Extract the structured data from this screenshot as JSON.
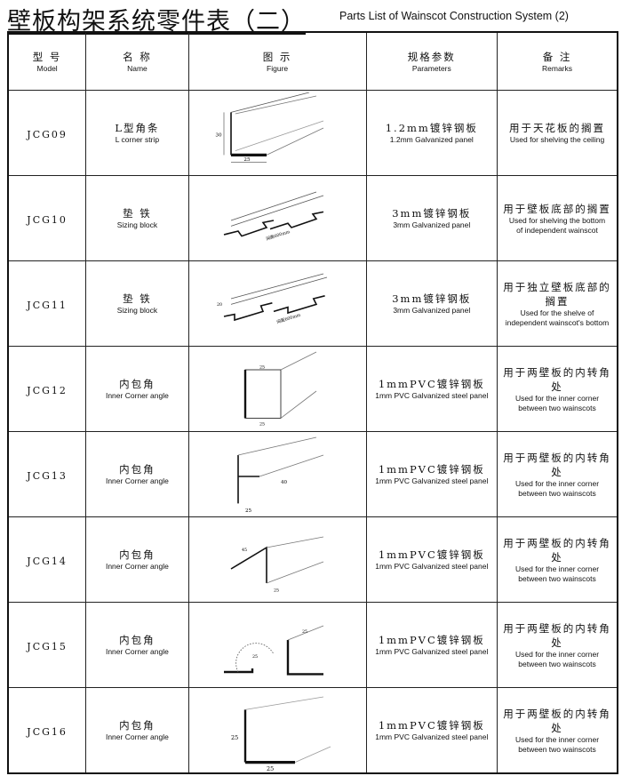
{
  "title_cn": "壁板构架系统零件表（二）",
  "title_en": "Parts List of Wainscot Construction System (2)",
  "headers": [
    {
      "cn": "型 号",
      "en": "Model"
    },
    {
      "cn": "名  称",
      "en": "Name"
    },
    {
      "cn": "图    示",
      "en": "Figure"
    },
    {
      "cn": "规格参数",
      "en": "Parameters"
    },
    {
      "cn": "备  注",
      "en": "Remarks"
    }
  ],
  "rows": [
    {
      "model": "JCG09",
      "name_cn": "L型角条",
      "name_en": "L corner strip",
      "param_cn": "1.2mm镀锌钢板",
      "param_en": "1.2mm  Galvanized panel",
      "remark_cn": "用于天花板的搁置",
      "remark_en": "Used for shelving the ceiling",
      "remark_en2": "",
      "dims": [
        "30",
        "25"
      ]
    },
    {
      "model": "JCG10",
      "name_cn": "垫 铁",
      "name_en": "Sizing block",
      "param_cn": "3mm镀锌钢板",
      "param_en": "3mm  Galvanized panel",
      "remark_cn": "用于壁板底部的搁置",
      "remark_en": "Used for shelving the bottom",
      "remark_en2": "of independent wainscot",
      "dims": [
        "间距600mm"
      ]
    },
    {
      "model": "JCG11",
      "name_cn": "垫 铁",
      "name_en": "Sizing block",
      "param_cn": "3mm镀锌钢板",
      "param_en": "3mm  Galvanized panel",
      "remark_cn": "用于独立壁板底部的搁置",
      "remark_en": "Used for the shelve of",
      "remark_en2": "independent wainscot's bottom",
      "dims": [
        "20",
        "间距600mm"
      ]
    },
    {
      "model": "JCG12",
      "name_cn": "内包角",
      "name_en": "Inner Corner angle",
      "param_cn": "1mmPVC镀锌钢板",
      "param_en": "1mm PVC  Galvanized steel panel",
      "remark_cn": "用于两壁板的内转角处",
      "remark_en": "Used for the inner corner",
      "remark_en2": "between two  wainscots",
      "dims": [
        "25",
        "25"
      ]
    },
    {
      "model": "JCG13",
      "name_cn": "内包角",
      "name_en": "Inner Corner angle",
      "param_cn": "1mmPVC镀锌钢板",
      "param_en": "1mm PVC  Galvanized steel panel",
      "remark_cn": "用于两壁板的内转角处",
      "remark_en": "Used for the inner corner",
      "remark_en2": "between two  wainscots",
      "dims": [
        "25",
        "40"
      ]
    },
    {
      "model": "JCG14",
      "name_cn": "内包角",
      "name_en": "Inner Corner angle",
      "param_cn": "1mmPVC镀锌钢板",
      "param_en": "1mm PVC  Galvanized steel panel",
      "remark_cn": "用于两壁板的内转角处",
      "remark_en": "Used for the inner corner",
      "remark_en2": "between two  wainscots",
      "dims": [
        "45",
        "25"
      ]
    },
    {
      "model": "JCG15",
      "name_cn": "内包角",
      "name_en": "Inner Corner angle",
      "param_cn": "1mmPVC镀锌钢板",
      "param_en": "1mm PVC  Galvanized steel panel",
      "remark_cn": "用于两壁板的内转角处",
      "remark_en": "Used for the inner corner",
      "remark_en2": "between two  wainscots",
      "dims": [
        "25",
        "25"
      ]
    },
    {
      "model": "JCG16",
      "name_cn": "内包角",
      "name_en": "Inner Corner angle",
      "param_cn": "1mmPVC镀锌钢板",
      "param_en": "1mm PVC  Galvanized steel panel",
      "remark_cn": "用于两壁板的内转角处",
      "remark_en": "Used for the inner corner",
      "remark_en2": "between two  wainscots",
      "dims": [
        "25",
        "25"
      ]
    }
  ]
}
